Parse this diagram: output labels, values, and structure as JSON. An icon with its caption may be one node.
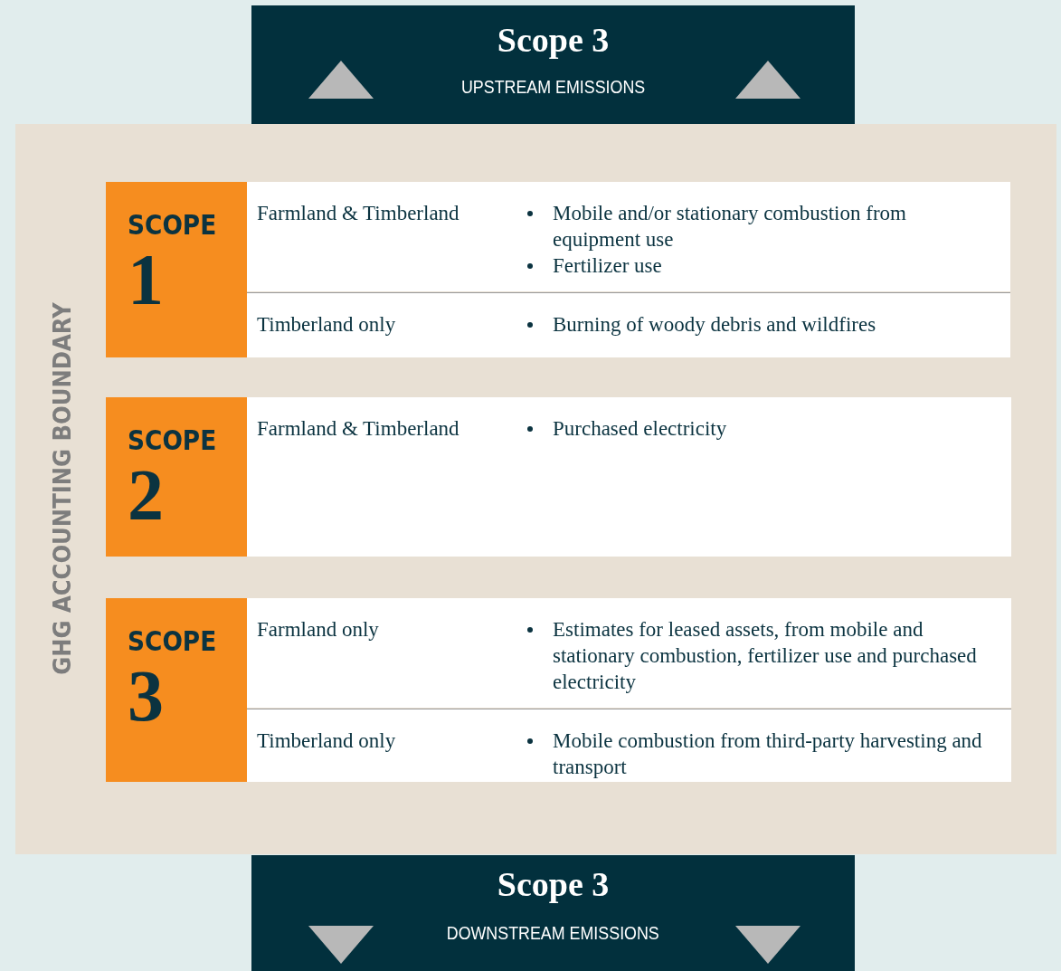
{
  "diagram": {
    "nodes": [
      {
        "text": [
          "Scope 3",
          "UPSTREAM EMISSIONS"
        ]
      },
      {
        "text": [
          "GHG ACCOUNTING BOUNDARY"
        ]
      },
      {
        "text": [
          "SCOPE",
          "1"
        ],
        "in": 1
      },
      {
        "text": [
          "Farmland & Timberland",
          "Mobile and/or stationary combustion from equipment use",
          "Fertilizer use"
        ],
        "in": 1
      },
      {
        "text": [
          "Timberland only",
          "Burning of woody debris and wildfires"
        ],
        "in": 1
      },
      {
        "text": [
          "SCOPE",
          "2"
        ],
        "in": 1
      },
      {
        "text": [
          "Farmland & Timberland",
          "Purchased electricity"
        ],
        "in": 1
      },
      {
        "text": [
          "SCOPE",
          "3"
        ],
        "in": 1
      },
      {
        "text": [
          "Farmland only",
          "Estimates for leased assets, from mobile and stationary combustion, fertilizer use and purchased electricity"
        ],
        "in": 1
      },
      {
        "text": [
          "Timberland only",
          "Mobile combustion from third-party harvesting and transport"
        ],
        "in": 1
      },
      {
        "text": [
          "Scope 3",
          "DOWNSTREAM EMISSIONS"
        ]
      }
    ],
    "edges": []
  }
}
